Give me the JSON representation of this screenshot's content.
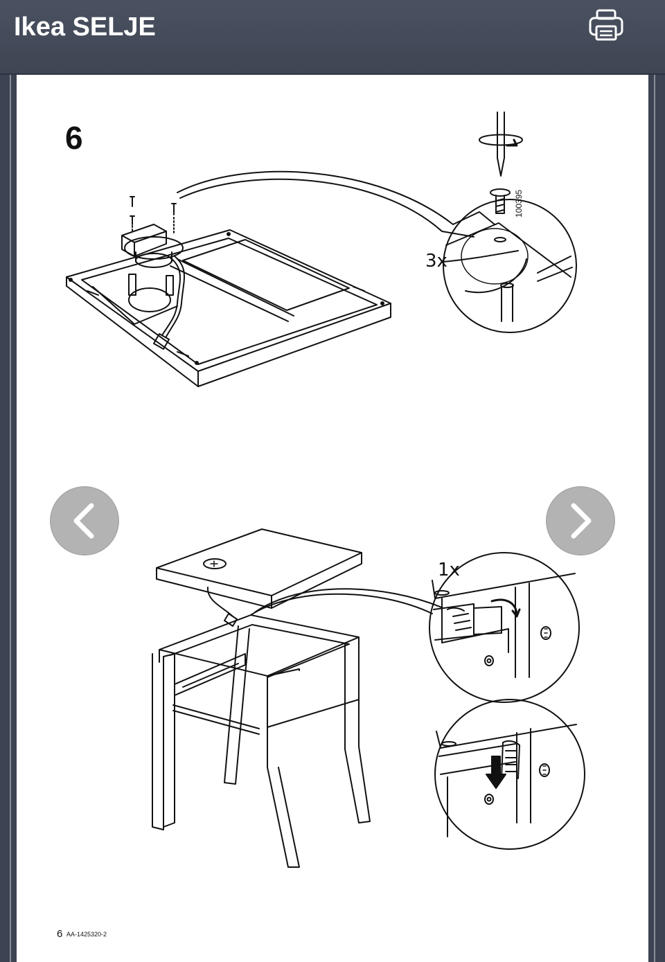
{
  "header": {
    "title": "Ikea SELJE",
    "print_icon": "printer-icon"
  },
  "instructions": {
    "step_number": "6",
    "upper_quantity": "3x",
    "screw_part_number": "100395",
    "lower_quantity": "1x"
  },
  "navigation": {
    "prev_icon": "chevron-left-icon",
    "next_icon": "chevron-right-icon"
  },
  "footer": {
    "page_number": "6",
    "document_code": "AA-1425320-2"
  },
  "colors": {
    "header_bg": "#3e4553",
    "page_bg": "#ffffff",
    "nav_button": "#969696"
  }
}
